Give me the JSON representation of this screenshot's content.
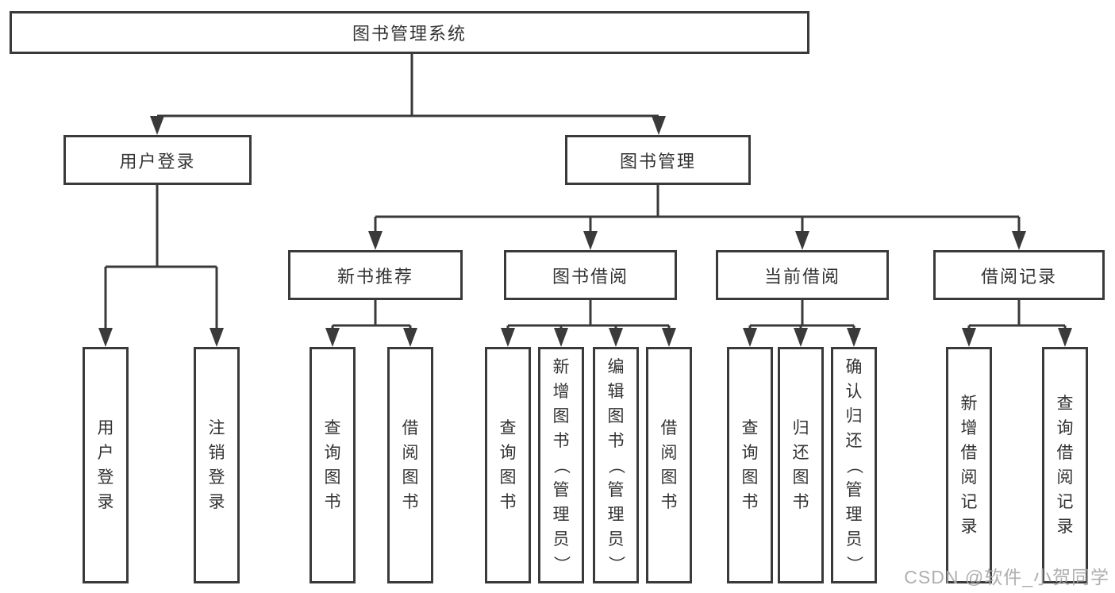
{
  "nodes": {
    "root": {
      "label": "图书管理系统"
    },
    "user_login": {
      "label": "用户登录"
    },
    "book_mgmt": {
      "label": "图书管理"
    },
    "new_books": {
      "label": "新书推荐"
    },
    "book_borrow": {
      "label": "图书借阅"
    },
    "current_borrow": {
      "label": "当前借阅"
    },
    "borrow_records": {
      "label": "借阅记录"
    }
  },
  "leaves": {
    "user_login": {
      "label": "用户登录"
    },
    "logout": {
      "label": "注销登录"
    },
    "nb_query": {
      "label": "查询图书"
    },
    "nb_borrow": {
      "label": "借阅图书"
    },
    "bb_query": {
      "label": "查询图书"
    },
    "bb_add": {
      "label": "新增图书（管理员）"
    },
    "bb_edit": {
      "label": "编辑图书（管理员）"
    },
    "bb_borrow": {
      "label": "借阅图书"
    },
    "cb_query": {
      "label": "查询图书"
    },
    "cb_return": {
      "label": "归还图书"
    },
    "cb_confirm": {
      "label": "确认归还（管理员）"
    },
    "br_add": {
      "label": "新增借阅记录"
    },
    "br_query": {
      "label": "查询借阅记录"
    }
  },
  "watermark": {
    "text": "CSDN @软件_小贺同学"
  },
  "colors": {
    "line": "#3a3a3a",
    "box_border": "#3a3a3a",
    "text": "#333333",
    "watermark": "#a8a8a8",
    "background": "#ffffff"
  }
}
